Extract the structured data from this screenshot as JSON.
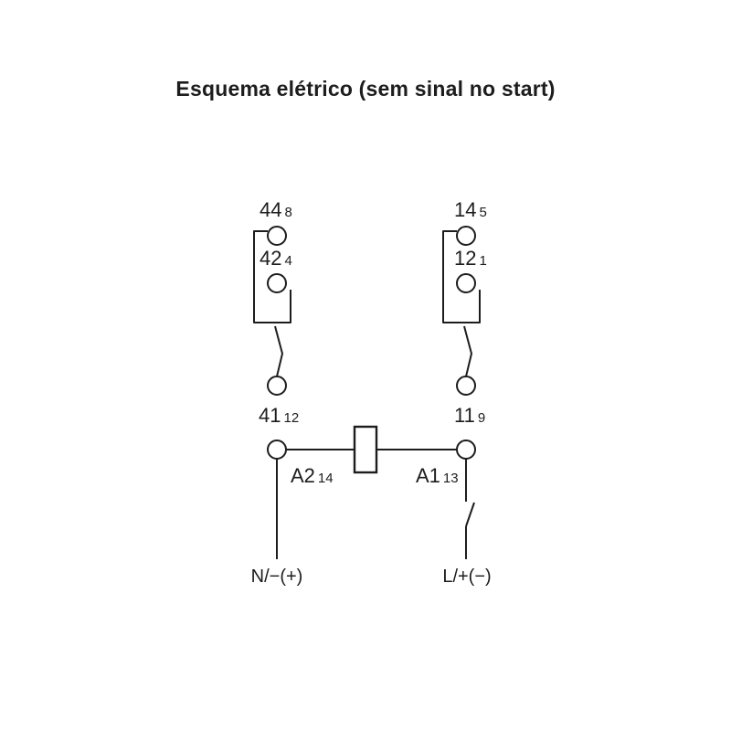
{
  "title": "Esquema elétrico (sem sinal no start)",
  "terminals": {
    "t44": {
      "main": "44",
      "sub": "8"
    },
    "t42": {
      "main": "42",
      "sub": "4"
    },
    "t41": {
      "main": "41",
      "sub": "12"
    },
    "t14": {
      "main": "14",
      "sub": "5"
    },
    "t12": {
      "main": "12",
      "sub": "1"
    },
    "t11": {
      "main": "11",
      "sub": "9"
    },
    "a2": {
      "main": "A2",
      "sub": "14"
    },
    "a1": {
      "main": "A1",
      "sub": "13"
    }
  },
  "supply": {
    "neutral": "N/−(+)",
    "line": "L/+(−)"
  },
  "colors": {
    "line": "#1d1d1d",
    "text": "#1d1d1d",
    "background": "#ffffff"
  }
}
